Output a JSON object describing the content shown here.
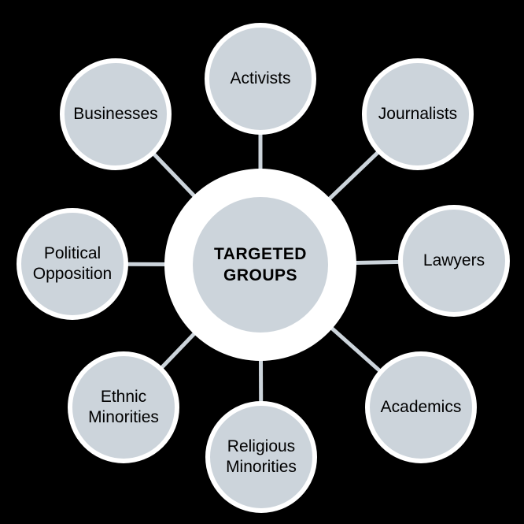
{
  "diagram": {
    "center_label": "TARGETED GROUPS",
    "nodes": [
      {
        "label": "Activists"
      },
      {
        "label": "Businesses"
      },
      {
        "label": "Journalists"
      },
      {
        "label": "Political Opposition"
      },
      {
        "label": "Lawyers"
      },
      {
        "label": "Ethnic Minorities"
      },
      {
        "label": "Religious Minorities"
      },
      {
        "label": "Academics"
      }
    ],
    "colors": {
      "background": "#000000",
      "circle_fill": "#ccd4db",
      "circle_border": "#ffffff",
      "connector_line": "#ccd4db",
      "label_text": "#000000",
      "center_text": "#000000"
    }
  }
}
